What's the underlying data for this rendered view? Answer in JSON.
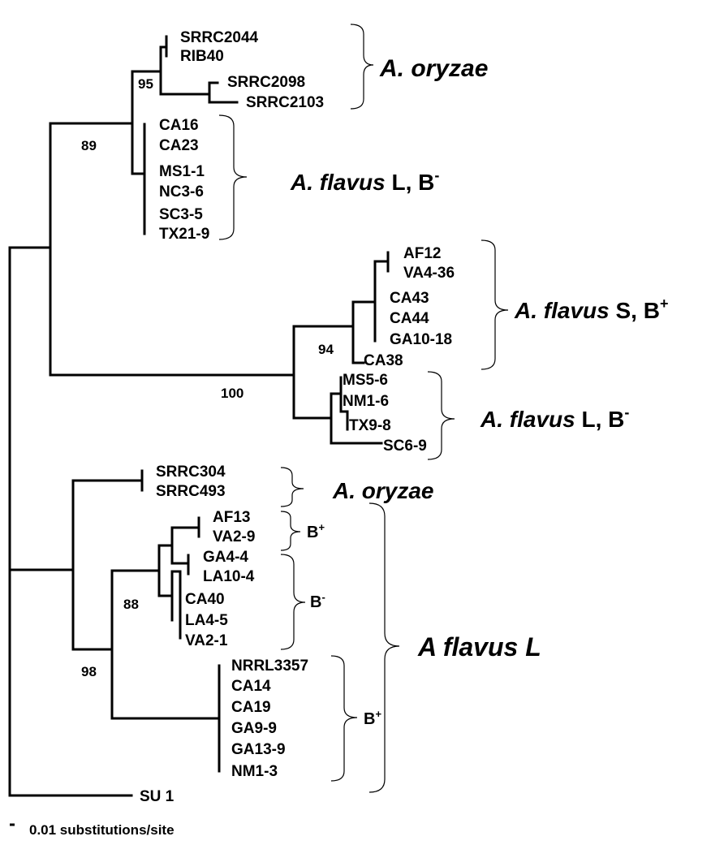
{
  "leaves": {
    "SRRC2044": "SRRC2044",
    "RIB40": "RIB40",
    "SRRC2098": "SRRC2098",
    "SRRC2103": "SRRC2103",
    "CA16": "CA16",
    "CA23": "CA23",
    "MS1-1": "MS1-1",
    "NC3-6": "NC3-6",
    "SC3-5": "SC3-5",
    "TX21-9": "TX21-9",
    "AF12": "AF12",
    "VA4-36": "VA4-36",
    "CA43": "CA43",
    "CA44": "CA44",
    "GA10-18": "GA10-18",
    "CA38": "CA38",
    "MS5-6": "MS5-6",
    "NM1-6": "NM1-6",
    "TX9-8": "TX9-8",
    "SC6-9": "SC6-9",
    "SRRC304": "SRRC304",
    "SRRC493": "SRRC493",
    "AF13": "AF13",
    "VA2-9": "VA2-9",
    "GA4-4": "GA4-4",
    "LA10-4": "LA10-4",
    "CA40": "CA40",
    "LA4-5": "LA4-5",
    "VA2-1": "VA2-1",
    "NRRL3357": "NRRL3357",
    "CA14": "CA14",
    "CA19": "CA19",
    "GA9-9": "GA9-9",
    "GA13-9": "GA13-9",
    "NM1-3": "NM1-3",
    "SU1": "SU 1"
  },
  "bootstrap": {
    "b95": "95",
    "b89": "89",
    "b94": "94",
    "b100": "100",
    "b88": "88",
    "b98": "98"
  },
  "groups": {
    "oryzae1": "A. oryzae",
    "flavusLBminus1": {
      "species": "A. flavus",
      "rest": " L, B",
      "sup": "-"
    },
    "flavusSBplus": {
      "species": "A. flavus",
      "rest": " S, B",
      "sup": "+"
    },
    "flavusLBminus2": {
      "species": "A. flavus",
      "rest": " L, B",
      "sup": "-"
    },
    "oryzae2": "A. oryzae",
    "Bplus1": {
      "text": "B",
      "sup": "+"
    },
    "Bminus": {
      "text": "B",
      "sup": "-"
    },
    "Bplus2": {
      "text": "B",
      "sup": "+"
    },
    "flavusL": "A flavus L"
  },
  "scale": {
    "label": "0.01 substitutions/site"
  }
}
